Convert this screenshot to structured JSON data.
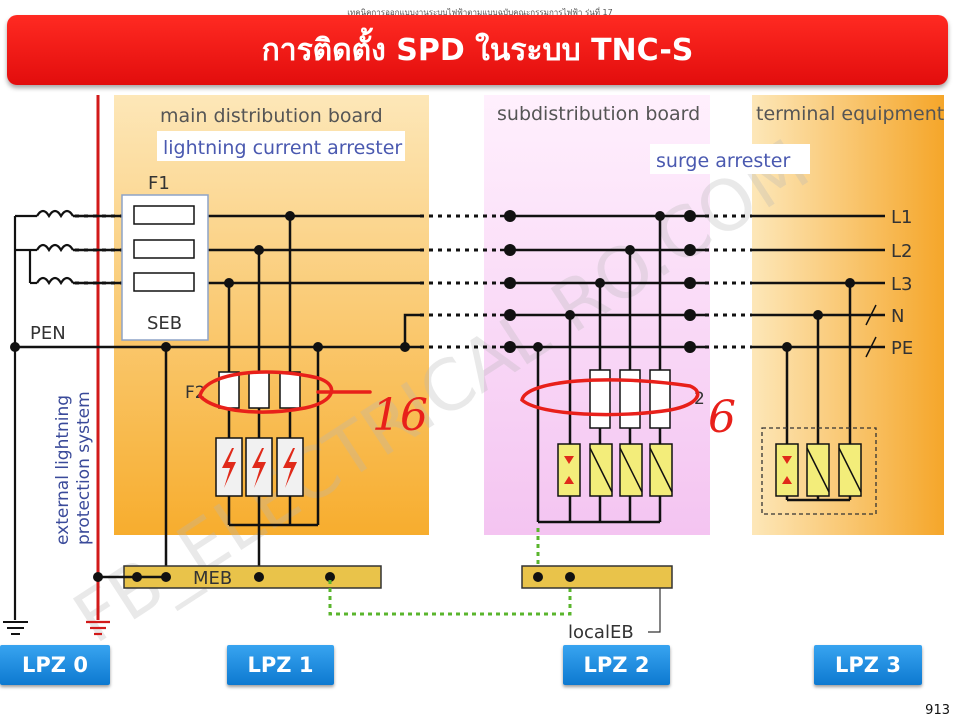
{
  "header": {
    "caption": "เทคนิคการออกแบบงานระบบไฟฟ้าตามแบบฉบับคณะกรรมการไฟฟ้า รุ่นที่ 17",
    "title": "การติดตั้ง SPD ในระบบ TNC-S"
  },
  "zones": {
    "main_board": "main distribution board",
    "lightning_arrester": "lightning current arrester",
    "subdistribution": "subdistribution board",
    "surge_arrester": "surge arrester",
    "terminal": "terminal equipment"
  },
  "labels": {
    "f1": "F1",
    "seb": "SEB",
    "pen": "PEN",
    "meb": "MEB",
    "local_eb": "localEB",
    "f2_partial": "F2",
    "f_partial": "2",
    "external_line1": "external lightning",
    "external_line2": "protection system"
  },
  "conductors": [
    "L1",
    "L2",
    "L3",
    "N",
    "PE"
  ],
  "handwritten": {
    "left_value": "16",
    "right_value": "6"
  },
  "lpz": [
    "LPZ 0",
    "LPZ 1",
    "LPZ 2",
    "LPZ 3"
  ],
  "watermark": "FB_ELECTRICAL RO.COM",
  "page_number": "913",
  "colors": {
    "banner": "#e5140f",
    "zone_orange": "#f8b33a",
    "zone_pink": "#f6c8f4",
    "lpz_blue": "#1a8ee0",
    "spd_yellow": "#f3ed7a",
    "earth_red": "#d21a1a"
  }
}
